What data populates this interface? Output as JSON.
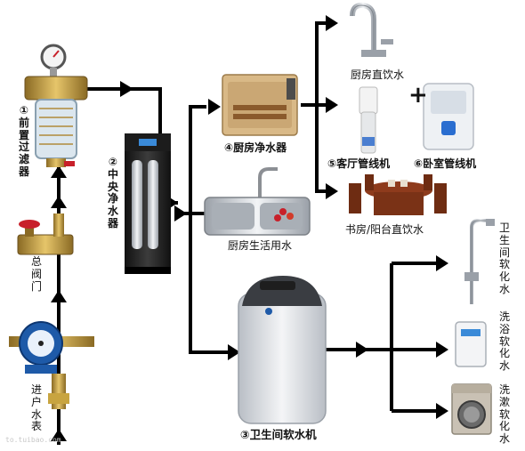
{
  "labels": {
    "prefilter": "①前置过滤器",
    "central": "②中央净水器",
    "softener": "③卫生间软水机",
    "kitchen_purifier": "④厨房净水器",
    "living_pipe": "⑤客厅管线机",
    "bedroom_pipe": "⑥卧室管线机",
    "main_valve": "总阀门",
    "inlet_meter": "进户水表",
    "kitchen_direct": "厨房直饮水",
    "kitchen_domestic": "厨房生活用水",
    "study_balcony": "书房/阳台直饮水",
    "bath_soft": "卫生间软化水",
    "shower_soft": "洗浴软化水",
    "laundry_soft": "洗漱软化水",
    "plus": "+"
  },
  "watermark": "to.tuibao.com",
  "colors": {
    "pipe": "#000000",
    "brass": "#c49a3c",
    "meter_blue": "#1e5aa8",
    "valve_red": "#c8202a",
    "dark_unit": "#2a2a2a",
    "steel": "#c9ccd1"
  }
}
